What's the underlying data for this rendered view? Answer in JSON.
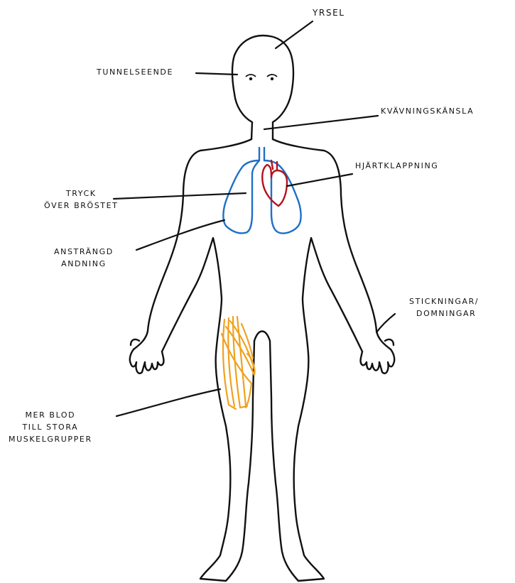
{
  "labels": {
    "dizziness": "YRSEL",
    "tunnel_vision": "TUNNELSEENDE",
    "choking": "KVÄVNINGSKÄNSLA",
    "palpitations": "HJÄRTKLAPPNING",
    "chest_pressure": [
      "TRYCK",
      "ÖVER BRÖSTET"
    ],
    "labored_breathing": [
      "ANSTRÄNGD",
      "ANDNING"
    ],
    "tingling": [
      "STICKNINGAR/",
      "DOMNINGAR"
    ],
    "muscle_blood": [
      "MER BLOD",
      "TILL STORA",
      "MUSKELGRUPPER"
    ]
  },
  "colors": {
    "outline": "#111111",
    "lungs": "#1f6fc6",
    "heart": "#b3121d",
    "muscle": "#efa21e"
  }
}
